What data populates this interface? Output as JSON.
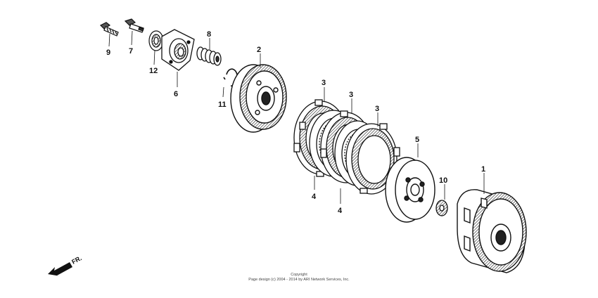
{
  "parts": [
    {
      "id": "bolt-9",
      "callout": "9"
    },
    {
      "id": "bolt-7",
      "callout": "7"
    },
    {
      "id": "bearing-12",
      "callout": "12"
    },
    {
      "id": "lifter-plate-6",
      "callout": "6"
    },
    {
      "id": "spring-8",
      "callout": "8"
    },
    {
      "id": "circlip-11",
      "callout": "11"
    },
    {
      "id": "clutch-center-2",
      "callout": "2"
    },
    {
      "id": "friction-disc-3a",
      "callout": "3"
    },
    {
      "id": "friction-disc-3b",
      "callout": "3"
    },
    {
      "id": "friction-disc-3c",
      "callout": "3"
    },
    {
      "id": "clutch-plate-4a",
      "callout": "4"
    },
    {
      "id": "clutch-plate-4b",
      "callout": "4"
    },
    {
      "id": "pressure-plate-5",
      "callout": "5"
    },
    {
      "id": "washer-10",
      "callout": "10"
    },
    {
      "id": "outer-housing-1",
      "callout": "1"
    }
  ],
  "direction_label": "FR.",
  "copyright": {
    "line1": "Copyright",
    "line2": "Page design (c) 2004 - 2014 by ARI Network Services, Inc."
  }
}
